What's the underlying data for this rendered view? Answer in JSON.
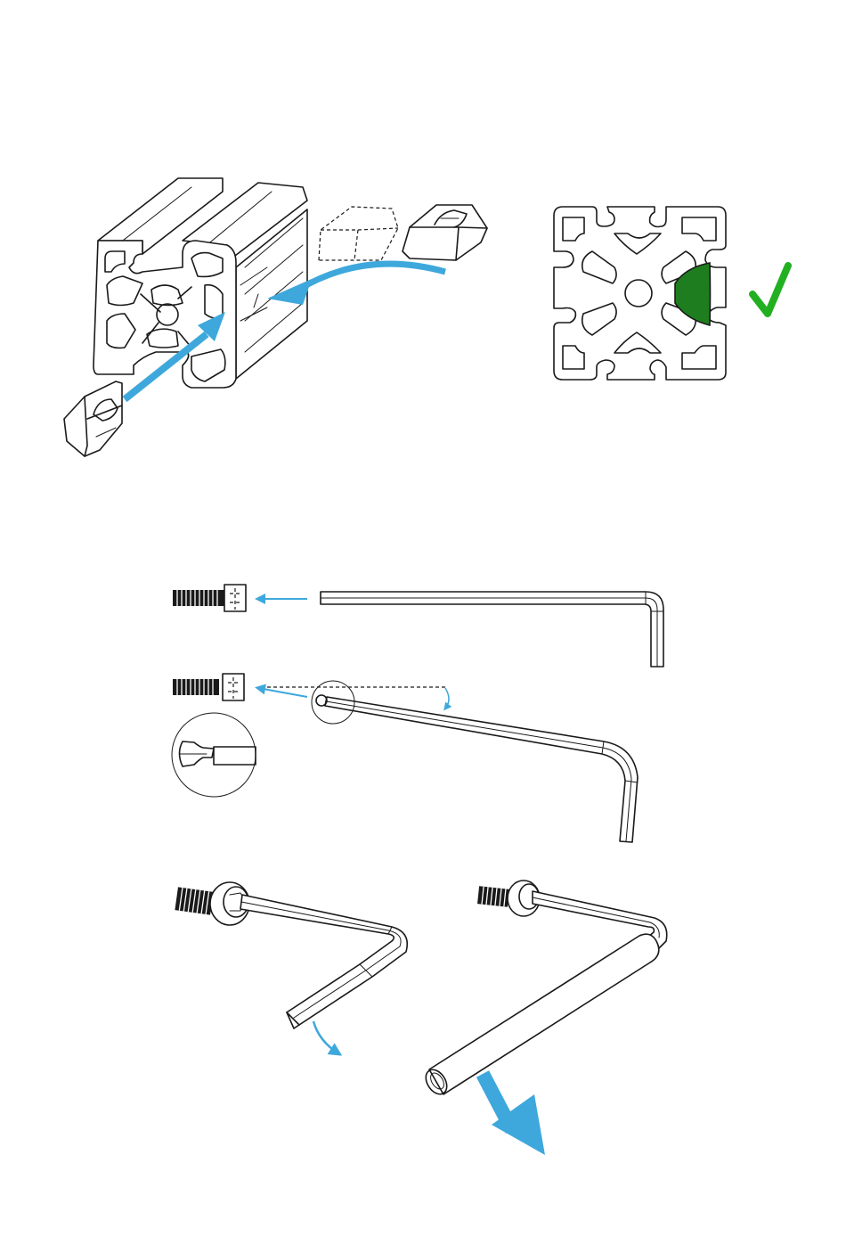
{
  "figure": {
    "accent_blue": "#3ea8dc",
    "check_green": "#22b022",
    "nut_fill_green": "#1e7d1e",
    "line_color": "#1a1a1a"
  },
  "panels": [
    {
      "id": "profile-insertion",
      "icons": [
        "aluminium-profile-icon",
        "t-nut-icon",
        "insert-arrow-icon"
      ]
    },
    {
      "id": "profile-section-correct",
      "icons": [
        "profile-cross-section-icon",
        "checkmark-icon"
      ]
    },
    {
      "id": "hex-key-straight",
      "icons": [
        "cap-screw-icon",
        "hex-key-icon"
      ]
    },
    {
      "id": "hex-key-ball-end",
      "icons": [
        "cap-screw-icon",
        "ball-end-hex-key-icon",
        "detail-magnifier-icon"
      ]
    },
    {
      "id": "tightening-by-hand",
      "icons": [
        "cap-screw-icon",
        "hex-key-icon",
        "turn-arrow-icon"
      ]
    },
    {
      "id": "tightening-with-extension",
      "icons": [
        "cap-screw-icon",
        "hex-key-icon",
        "extension-tube-icon",
        "force-arrow-icon"
      ]
    }
  ]
}
